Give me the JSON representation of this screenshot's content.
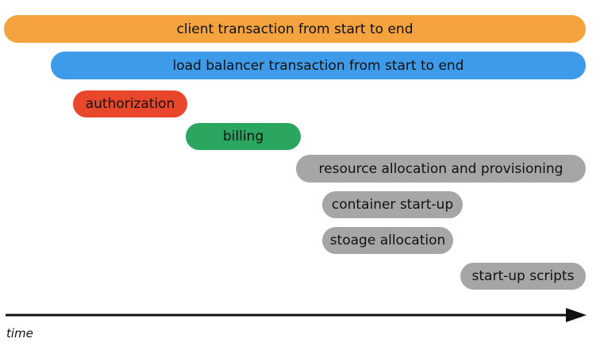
{
  "colors": {
    "client": "#f4a33f",
    "load_balancer": "#3d9be9",
    "authorization": "#e8472b",
    "billing": "#2ba660",
    "gray": "#a6a6a6",
    "axis": "#111111"
  },
  "bars": {
    "client": "client transaction from start to end",
    "load_balancer": "load balancer transaction from start to end",
    "authorization": "authorization",
    "billing": "billing",
    "resource": "resource allocation and provisioning",
    "container": "container start-up",
    "storage": "stoage allocation",
    "scripts": "start-up scripts"
  },
  "axis": {
    "label": "time"
  }
}
